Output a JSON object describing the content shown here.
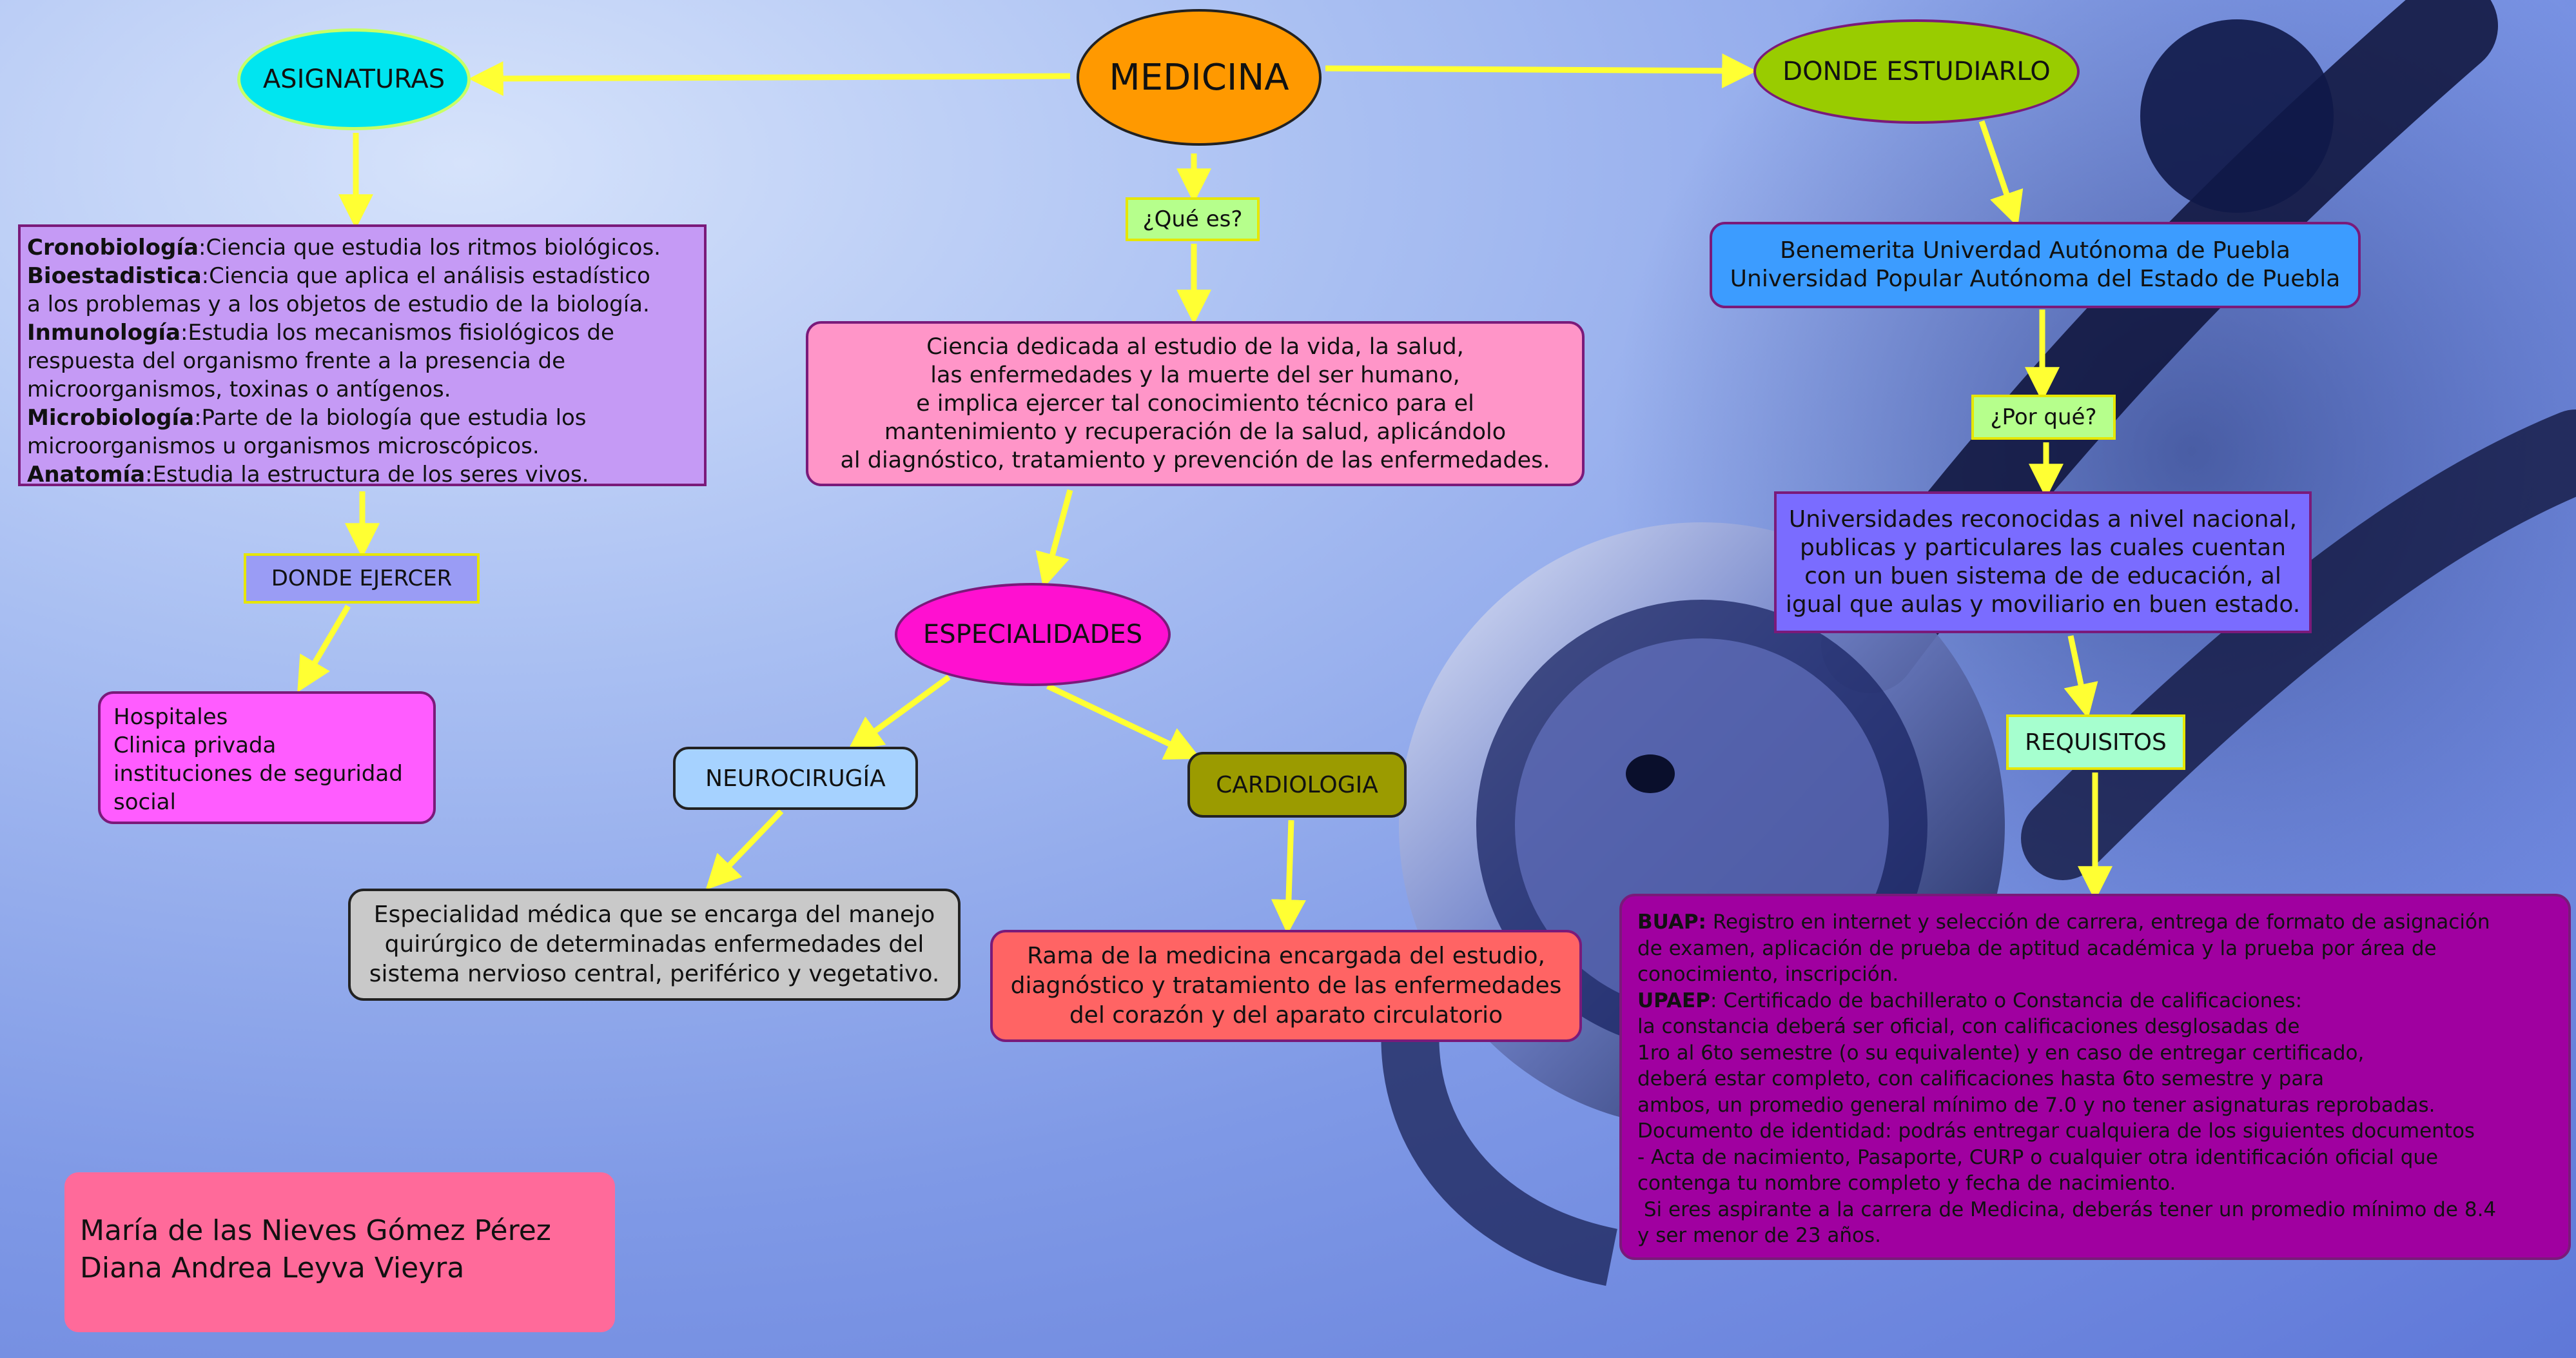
{
  "center": "MEDICINA",
  "asignaturas": {
    "title": "ASIGNATURAS",
    "items": [
      {
        "term": "Cronobiología",
        "def": ":Ciencia que estudia los ritmos biológicos."
      },
      {
        "term": "Bioestadistica",
        "def": ":Ciencia que aplica el análisis estadístico"
      },
      {
        "term": "",
        "def": "a los problemas y a los objetos de estudio de la biología."
      },
      {
        "term": "Inmunología",
        "def": ":Estudia los mecanismos fisiológicos de"
      },
      {
        "term": "",
        "def": "respuesta del organismo frente a la presencia de"
      },
      {
        "term": "",
        "def": "microorganismos, toxinas o antígenos."
      },
      {
        "term": "Microbiología",
        "def": ":Parte de la biología que estudia los"
      },
      {
        "term": "",
        "def": "microorganismos u organismos microscópicos."
      },
      {
        "term": "Anatomía",
        "def": ":Estudia la estructura de los seres vivos."
      }
    ]
  },
  "donde_ejercer": {
    "title": "DONDE EJERCER",
    "lines": [
      "Hospitales",
      "Clinica privada",
      "instituciones de seguridad",
      "social"
    ]
  },
  "que_es": {
    "title": "¿Qué es?",
    "lines": [
      "Ciencia dedicada al estudio de la vida, la salud,",
      "las enfermedades y la muerte del ser humano,",
      "e implica ejercer tal conocimiento técnico para el",
      "mantenimiento y recuperación de la salud, aplicándolo",
      "al diagnóstico, tratamiento y prevención de las enfermedades."
    ]
  },
  "especialidades": {
    "title": "ESPECIALIDADES",
    "neuro": {
      "title": "NEUROCIRUGÍA",
      "lines": [
        "Especialidad médica que se encarga del manejo",
        "quirúrgico de determinadas enfermedades del",
        "sistema nervioso central, periférico y vegetativo."
      ]
    },
    "cardio": {
      "title": "CARDIOLOGIA",
      "lines": [
        "Rama de la medicina encargada del estudio,",
        "diagnóstico y tratamiento de las enfermedades",
        "del corazón y del aparato circulatorio"
      ]
    }
  },
  "donde_estudiarlo": {
    "title": "DONDE ESTUDIARLO",
    "lines": [
      "Benemerita Univerdad Autónoma de Puebla",
      "Universidad Popular Autónoma del Estado de Puebla"
    ],
    "por_que": "¿Por qué?",
    "razon": [
      "Universidades reconocidas a nivel nacional,",
      "publicas y particulares las cuales cuentan",
      "con un buen sistema de de educación, al",
      "igual que aulas y moviliario en buen estado."
    ],
    "requisitos": "REQUISITOS",
    "req_lines": [
      {
        "b": "BUAP:",
        "t": " Registro en internet y selección de carrera, entrega de formato de asignación"
      },
      {
        "b": "",
        "t": "de examen, aplicación de prueba de aptitud académica y la prueba por área de"
      },
      {
        "b": "",
        "t": "conocimiento, inscripción."
      },
      {
        "b": "UPAEP",
        "t": ": Certificado de bachillerato o Constancia de calificaciones:"
      },
      {
        "b": "",
        "t": "la constancia deberá ser oficial, con calificaciones desglosadas de"
      },
      {
        "b": "",
        "t": "1ro al 6to semestre (o su equivalente) y en caso de entregar certificado,"
      },
      {
        "b": "",
        "t": "deberá estar completo, con calificaciones hasta 6to semestre y para"
      },
      {
        "b": "",
        "t": "ambos, un promedio general mínimo de 7.0 y no tener asignaturas reprobadas."
      },
      {
        "b": "",
        "t": "Documento de identidad: podrás entregar cualquiera de los siguientes documentos"
      },
      {
        "b": "",
        "t": "- Acta de nacimiento, Pasaporte, CURP o cualquier otra identificación oficial que"
      },
      {
        "b": "",
        "t": "contenga tu nombre completo y fecha de nacimiento."
      },
      {
        "b": "",
        "t": " Si eres aspirante a la carrera de Medicina, deberás tener un promedio mínimo de 8.4"
      },
      {
        "b": "",
        "t": "y ser menor de 23 años."
      }
    ]
  },
  "authors": [
    "María de las Nieves Gómez Pérez",
    "Diana Andrea Leyva Vieyra"
  ],
  "colors": {
    "center": "#ff9900",
    "asignaturas": "#00e5f0",
    "asignaturas_box": "#c59af5",
    "donde_ejercer": "#9a9cf5",
    "donde_ejercer_box": "#ff5cff",
    "que_es": "#b6ff8c",
    "que_es_box": "#ff95c8",
    "especialidades": "#ff10d0",
    "neuro": "#a6d2ff",
    "neuro_box": "#c9c9c9",
    "cardio": "#9b9b00",
    "cardio_box": "#ff6464",
    "estudiarlo": "#99cc00",
    "uni_box": "#3c9cff",
    "por_que": "#b6ff8c",
    "razon_box": "#7a6cff",
    "requisitos": "#a6ffcf",
    "req_box": "#a000a0",
    "authors": "#ff6a9a",
    "arrow": "#ffff33"
  }
}
